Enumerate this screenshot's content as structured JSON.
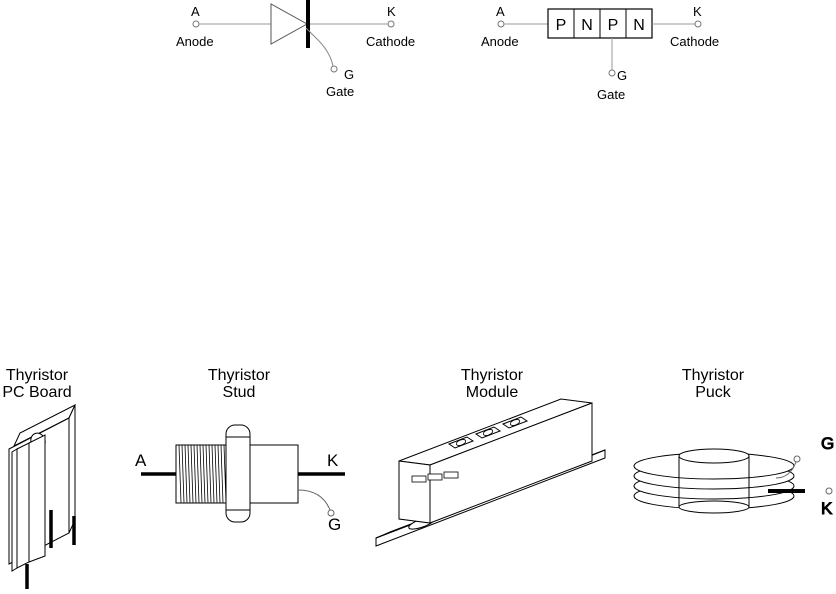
{
  "symbol": {
    "a_letter": "A",
    "anode": "Anode",
    "k_letter": "K",
    "cathode": "Cathode",
    "g_letter": "G",
    "gate": "Gate"
  },
  "pnpn": {
    "a_letter": "A",
    "anode": "Anode",
    "k_letter": "K",
    "cathode": "Cathode",
    "g_letter": "G",
    "gate": "Gate",
    "layers": [
      "P",
      "N",
      "P",
      "N"
    ]
  },
  "packages": {
    "pcboard": {
      "line1": "Thyristor",
      "line2": "PC Board"
    },
    "stud": {
      "line1": "Thyristor",
      "line2": "Stud",
      "a": "A",
      "k": "K",
      "g": "G"
    },
    "module": {
      "line1": "Thyristor",
      "line2": "Module"
    },
    "puck": {
      "line1": "Thyristor",
      "line2": "Puck",
      "g": "G",
      "k": "K"
    }
  }
}
